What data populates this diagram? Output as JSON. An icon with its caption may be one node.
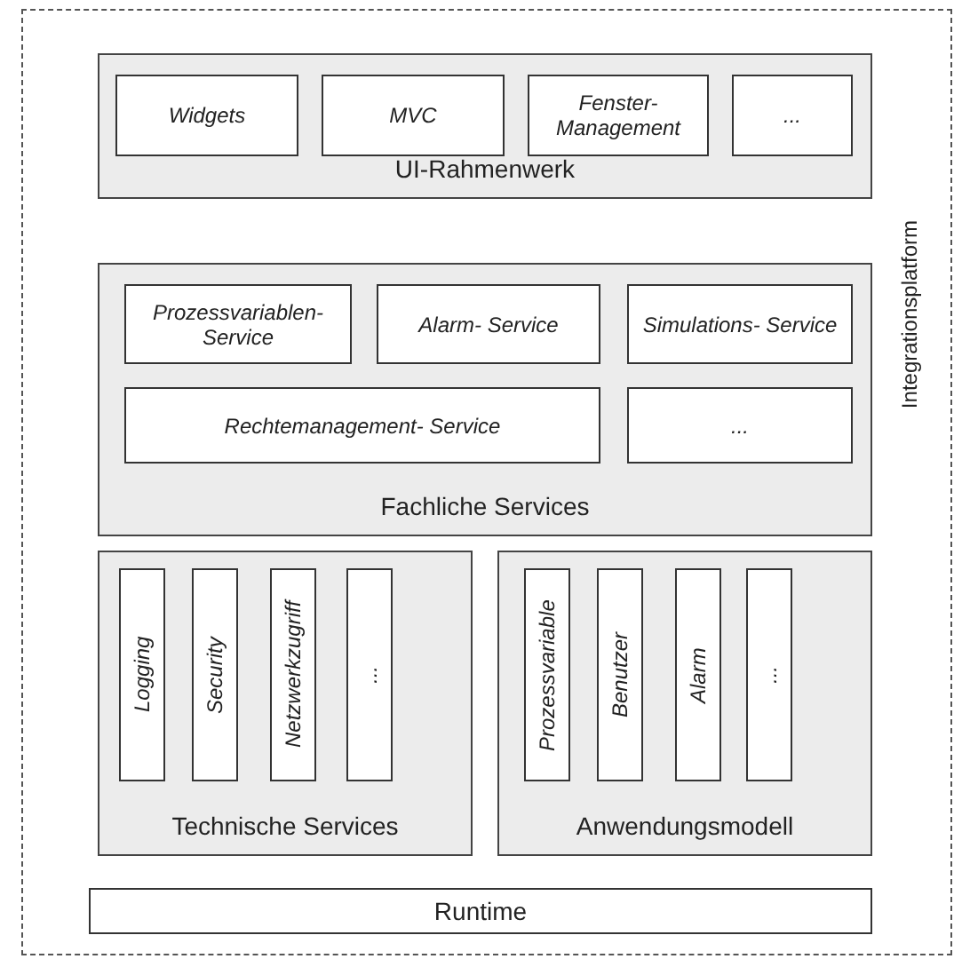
{
  "diagram": {
    "nodes": [
      {
        "text": [
          "Integrationsplatform"
        ]
      },
      {
        "text": [
          "UI-Rahmenwerk"
        ],
        "in": 0
      },
      {
        "text": [
          "Widgets"
        ],
        "in": 1
      },
      {
        "text": [
          "MVC"
        ],
        "in": 1
      },
      {
        "text": [
          "Fenster- Management"
        ],
        "in": 1
      },
      {
        "text": [
          "..."
        ],
        "in": 1
      },
      {
        "text": [
          "Fachliche Services"
        ],
        "in": 0
      },
      {
        "text": [
          "Prozessvariablen- Service"
        ],
        "in": 6
      },
      {
        "text": [
          "Alarm- Service"
        ],
        "in": 6
      },
      {
        "text": [
          "Simulations- Service"
        ],
        "in": 6
      },
      {
        "text": [
          "Rechtemanagement- Service"
        ],
        "in": 6
      },
      {
        "text": [
          "..."
        ],
        "in": 6
      },
      {
        "text": [
          "Technische Services"
        ],
        "in": 0
      },
      {
        "text": [
          "Logging"
        ],
        "in": 12
      },
      {
        "text": [
          "Security"
        ],
        "in": 12
      },
      {
        "text": [
          "Netzwerkzugriff"
        ],
        "in": 12
      },
      {
        "text": [
          "..."
        ],
        "in": 12
      },
      {
        "text": [
          "Anwendungsmodell"
        ],
        "in": 0
      },
      {
        "text": [
          "Prozessvariable"
        ],
        "in": 17
      },
      {
        "text": [
          "Benutzer"
        ],
        "in": 17
      },
      {
        "text": [
          "Alarm"
        ],
        "in": 17
      },
      {
        "text": [
          "..."
        ],
        "in": 17
      },
      {
        "text": [
          "Runtime"
        ],
        "in": 0
      }
    ]
  }
}
